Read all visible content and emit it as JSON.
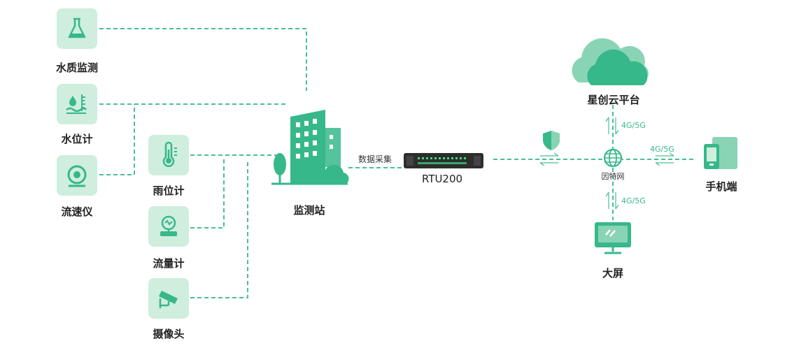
{
  "nodes": {
    "water_quality": "水质监测",
    "water_level": "水位计",
    "flow_velocity": "流速仪",
    "rain_gauge": "雨位计",
    "flow_meter": "流量计",
    "camera": "摄像头",
    "station": "监测站",
    "rtu": "RTU200",
    "cloud": "星创云平台",
    "internet": "因特网",
    "mobile": "手机端",
    "screen": "大屏"
  },
  "edges": {
    "data_collect": "数据采集",
    "net_cloud": "4G/5G",
    "net_mobile": "4G/5G",
    "net_screen": "4G/5G"
  },
  "colors": {
    "accent": "#37b88a",
    "tile_bg": "#cfeedd",
    "line": "#49c094",
    "text": "#222222"
  }
}
